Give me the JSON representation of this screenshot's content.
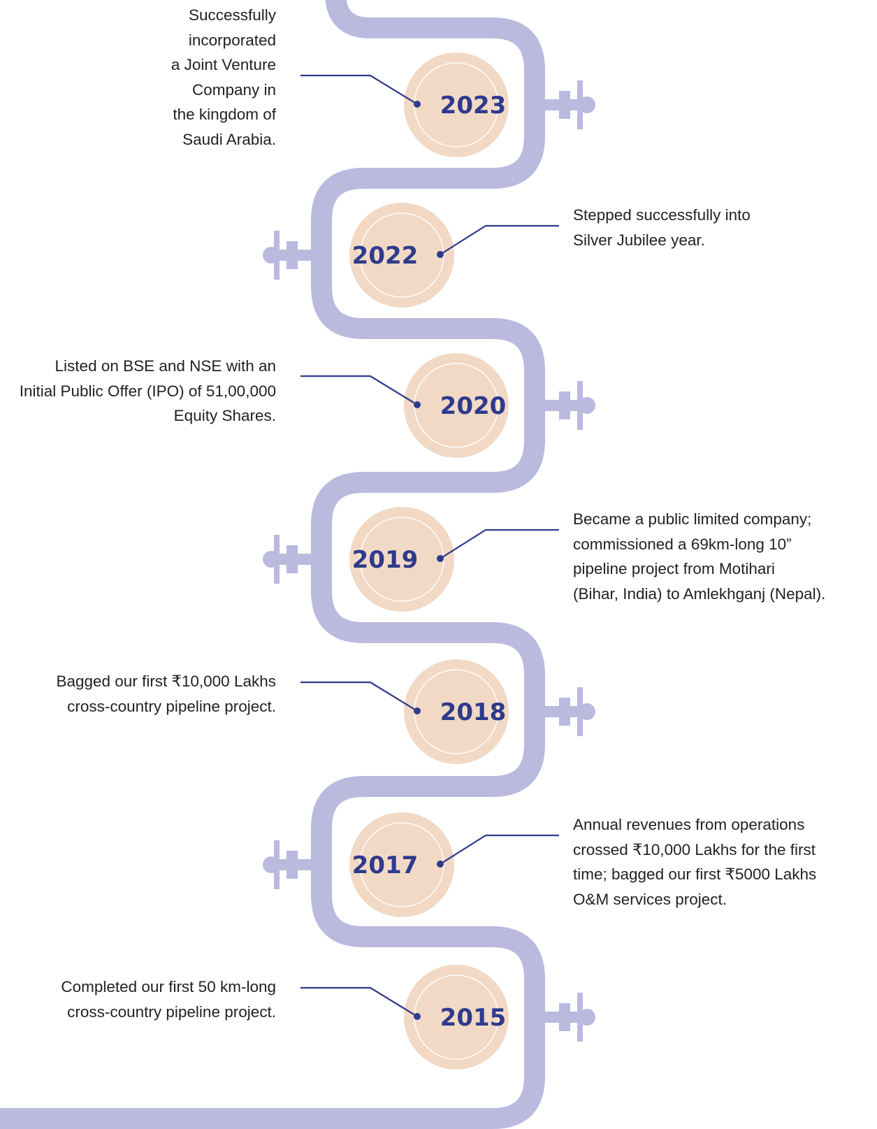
{
  "colors": {
    "pipe": "#bab9de",
    "circle": "#f1d9c5",
    "ring": "#ffffff",
    "year_text": "#2e3a8c",
    "connector": "#2e3a8c",
    "body_text": "#231f20"
  },
  "milestones": [
    {
      "year": "2023",
      "side": "left",
      "lines": [
        "Successfully",
        "incorporated",
        "a Joint Venture",
        "Company in",
        "the kingdom of",
        "Saudi Arabia."
      ]
    },
    {
      "year": "2022",
      "side": "right",
      "lines": [
        "Stepped successfully into",
        "Silver Jubilee year."
      ]
    },
    {
      "year": "2020",
      "side": "left",
      "lines": [
        "Listed on BSE and NSE with an",
        "Initial Public Offer (IPO) of 51,00,000",
        "Equity Shares."
      ]
    },
    {
      "year": "2019",
      "side": "right",
      "lines": [
        "Became a public limited company;",
        "commissioned a 69km-long 10”",
        "pipeline project from Motihari",
        "(Bihar, India) to Amlekhganj (Nepal)."
      ]
    },
    {
      "year": "2018",
      "side": "left",
      "lines": [
        "Bagged our first ₹10,000 Lakhs",
        "cross-country pipeline project."
      ]
    },
    {
      "year": "2017",
      "side": "right",
      "lines": [
        "Annual revenues from operations",
        "crossed ₹10,000 Lakhs for the first",
        "time; bagged our first ₹5000 Lakhs",
        "O&M services project."
      ]
    },
    {
      "year": "2015",
      "side": "left",
      "lines": [
        "Completed our first 50 km-long",
        "cross-country pipeline project."
      ]
    }
  ]
}
